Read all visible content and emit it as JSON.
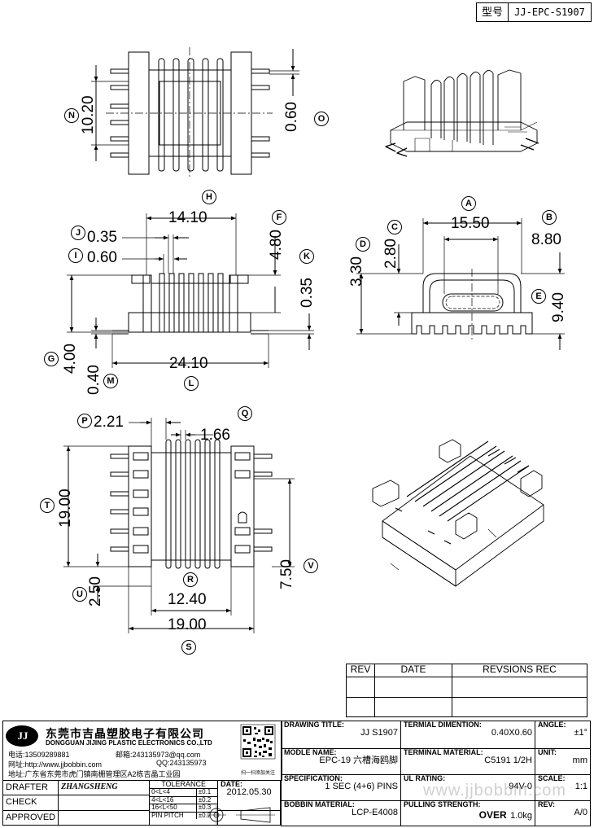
{
  "model_box": {
    "label": "型号",
    "value": "JJ-EPC-S1907"
  },
  "dimensions": {
    "N": "10.20",
    "O": "0.60",
    "H": "14.10",
    "F": "4.80",
    "J": "0.35",
    "I": "0.60",
    "K": "0.35",
    "G": "4.00",
    "M": "0.40",
    "L": "24.10",
    "A": "15.50",
    "B": "8.80",
    "C": "2.80",
    "D": "3.30",
    "E": "9.40",
    "P": "2.21",
    "Q": "1.66",
    "T": "19.00",
    "U": "2.50",
    "R": "12.40",
    "S": "19.00",
    "V": "7.50"
  },
  "letters": {
    "N": "N",
    "O": "O",
    "H": "H",
    "F": "F",
    "J": "J",
    "I": "I",
    "K": "K",
    "G": "G",
    "M": "M",
    "L": "L",
    "A": "A",
    "B": "B",
    "C": "C",
    "D": "D",
    "E": "E",
    "P": "P",
    "Q": "Q",
    "T": "T",
    "U": "U",
    "R": "R",
    "S": "S",
    "V": "V"
  },
  "revision_table": {
    "rev": "REV",
    "date": "DATE",
    "rec": "REVSIONS REC"
  },
  "company": {
    "logo": "JJ",
    "name_cn": "东莞市吉晶塑胶电子有限公司",
    "name_en": "DONGGUAN JIJING PLASTIC ELECTRONICS CO.,LTD",
    "phone": "电话:13509289881",
    "email": "邮箱:243135973@qq.com",
    "web": "网址:http://www.jjbobbin.com",
    "qq": "QQ:243135973",
    "address": "地址:广东省东莞市虎门镇南栅管理区A2栋吉晶工业园",
    "qr_caption": "扫一扫添加关注"
  },
  "title_block": {
    "drawing_title_label": "DRAWING TITLE:",
    "drawing_title": "JJ  S1907",
    "terminal_dim_label": "TERMIAL DIMENTION:",
    "terminal_dim": "0.40X0.60",
    "angle_label": "ANGLE:",
    "angle": "±1°",
    "model_name_label": "MODLE NAME:",
    "model_name": "EPC-19 六槽海鸥脚",
    "terminal_mat_label": "TERMINAL MATERIAL:",
    "terminal_mat": "C5191 1/2H",
    "unit_label": "UNIT:",
    "unit": "mm",
    "spec_label": "SPECIFICATION:",
    "spec": "1 SEC (4+6) PINS",
    "ul_label": "UL RATING:",
    "ul": "94V-0",
    "scale_label": "SCALE:",
    "scale": "1:1",
    "drafter_label": "DRAFTER",
    "drafter": "ZHANGSHENG",
    "check_label": "CHECK",
    "approved_label": "APPROVED",
    "tolerance_label": "TOLERANCE",
    "tolerance_rows": [
      {
        "range": "0<L<4",
        "tol": "±0.1"
      },
      {
        "range": "4<L<16",
        "tol": "±0.2"
      },
      {
        "range": "16<L<50",
        "tol": "±0.3"
      },
      {
        "range": "PIN PITCH",
        "tol": "±0.2"
      }
    ],
    "date_label": "DATE:",
    "date": "2012.05.30",
    "bobbin_mat_label": "BOBBIN  MATERIAL:",
    "bobbin_mat": "LCP-E4008",
    "pulling_label": "PULLING STRENGTH:",
    "pulling_over": "OVER",
    "pulling_value": "1.0kg",
    "rev_label": "REV:",
    "rev": "A/0"
  },
  "watermark": "www.jjbobbin.com"
}
